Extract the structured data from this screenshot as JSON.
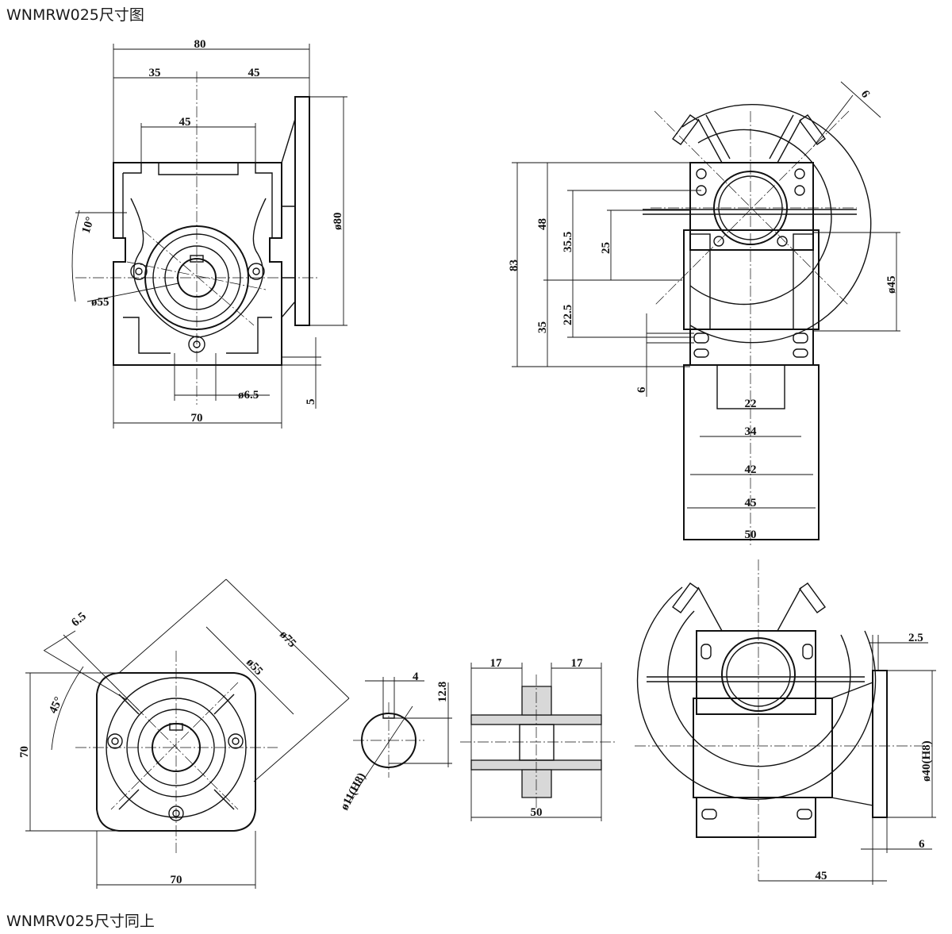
{
  "titles": {
    "top": "WNMRW025尺寸图",
    "bottom": "WNMRV025尺寸同上"
  },
  "front_view": {
    "dims": {
      "overall_width": "80",
      "left_width": "35",
      "right_width": "45",
      "top_width": "45",
      "angle": "10°",
      "circle_dia": "ø55",
      "flange_dia": "ø80",
      "hole_dia": "ø6.5",
      "bottom_width": "70",
      "foot_height": "5"
    }
  },
  "side_view": {
    "dims": {
      "slot_width": "6",
      "total_height": "83",
      "upper_height": "48",
      "mid_height": "35.5",
      "center_height": "25",
      "lower_height": "35",
      "lower_offset": "22.5",
      "foot_slot": "6",
      "flange_dia": "ø45",
      "w22": "22",
      "w34": "34",
      "w42": "42",
      "w45": "45",
      "w50": "50"
    }
  },
  "flange_view": {
    "dims": {
      "hole": "6.5",
      "pcd75": "ø75",
      "pcd55": "ø55",
      "angle": "45°",
      "height": "70",
      "width": "70"
    }
  },
  "bore_view": {
    "dims": {
      "key": "4",
      "depth": "12.8",
      "bore": "ø11(H8)"
    }
  },
  "sleeve_view": {
    "dims": {
      "left": "17",
      "right": "17",
      "length": "50"
    }
  },
  "output_view": {
    "dims": {
      "offset": "2.5",
      "bore": "ø40(H8)",
      "flange_thk": "6",
      "length": "45"
    }
  }
}
